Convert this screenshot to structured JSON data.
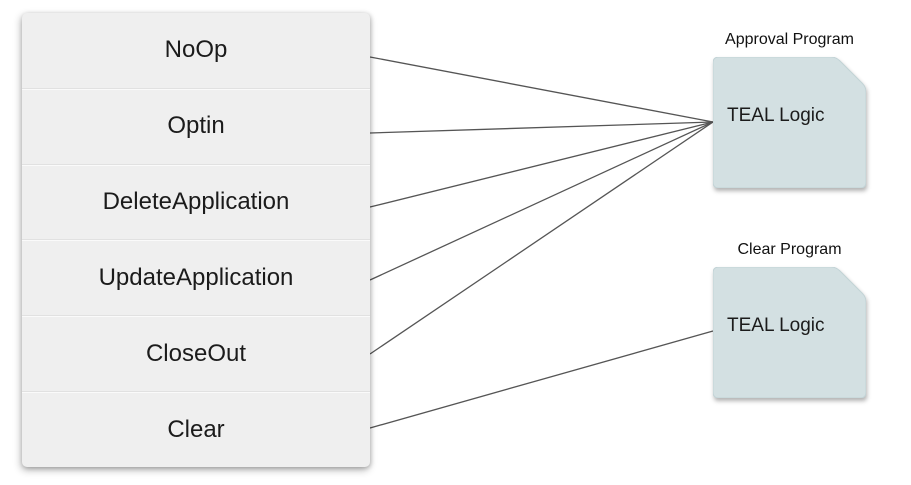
{
  "diagram": {
    "operations": [
      {
        "label": "NoOp"
      },
      {
        "label": "Optin"
      },
      {
        "label": "DeleteApplication"
      },
      {
        "label": "UpdateApplication"
      },
      {
        "label": "CloseOut"
      },
      {
        "label": "Clear"
      }
    ],
    "programs": [
      {
        "title": "Approval Program",
        "body": "TEAL Logic"
      },
      {
        "title": "Clear Program",
        "body": "TEAL Logic"
      }
    ],
    "edges": [
      {
        "from": "NoOp",
        "to": "Approval Program"
      },
      {
        "from": "Optin",
        "to": "Approval Program"
      },
      {
        "from": "DeleteApplication",
        "to": "Approval Program"
      },
      {
        "from": "UpdateApplication",
        "to": "Approval Program"
      },
      {
        "from": "CloseOut",
        "to": "Approval Program"
      },
      {
        "from": "Clear",
        "to": "Clear Program"
      }
    ],
    "colors": {
      "operation_bg": "#efefef",
      "program_fill": "#d3e0e2",
      "connector": "#555555"
    }
  }
}
